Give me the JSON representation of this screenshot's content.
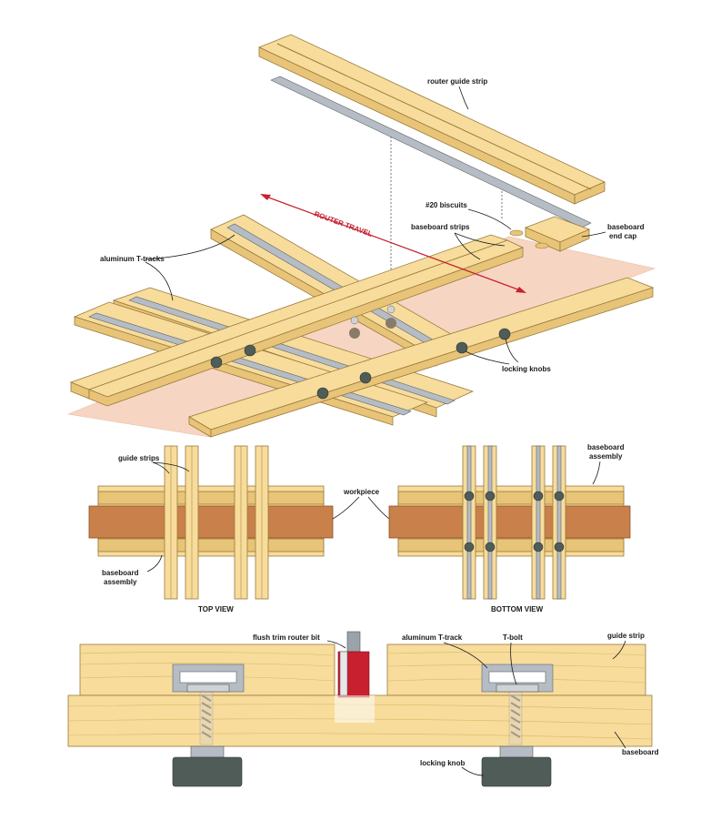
{
  "labels": {
    "router_guide_strip": "router guide strip",
    "biscuits": "#20 biscuits",
    "baseboard_end_cap_1": "baseboard",
    "baseboard_end_cap_2": "end cap",
    "router_travel": "ROUTER TRAVEL",
    "baseboard_strips": "baseboard strips",
    "aluminum_t_tracks": "aluminum T-tracks",
    "locking_knobs": "locking knobs",
    "guide_strips": "guide strips",
    "workpiece": "workpiece",
    "baseboard_assembly_left_1": "baseboard",
    "baseboard_assembly_left_2": "assembly",
    "baseboard_assembly_right_1": "baseboard",
    "baseboard_assembly_right_2": "assembly",
    "top_view": "TOP VIEW",
    "bottom_view": "BOTTOM VIEW",
    "flush_trim_router_bit": "flush trim router bit",
    "aluminum_t_track": "aluminum T-track",
    "t_bolt": "T-bolt",
    "guide_strip": "guide strip",
    "baseboard": "baseboard",
    "locking_knob": "locking knob"
  },
  "colors": {
    "wood": "#f7dc9c",
    "wood_edge": "#9a7a3a",
    "workpiece": "#c9804a",
    "track": "#b5bcc4",
    "knob": "#4f5c58",
    "router_bit": "#c8202f",
    "router_travel_arrow": "#c8202f"
  }
}
